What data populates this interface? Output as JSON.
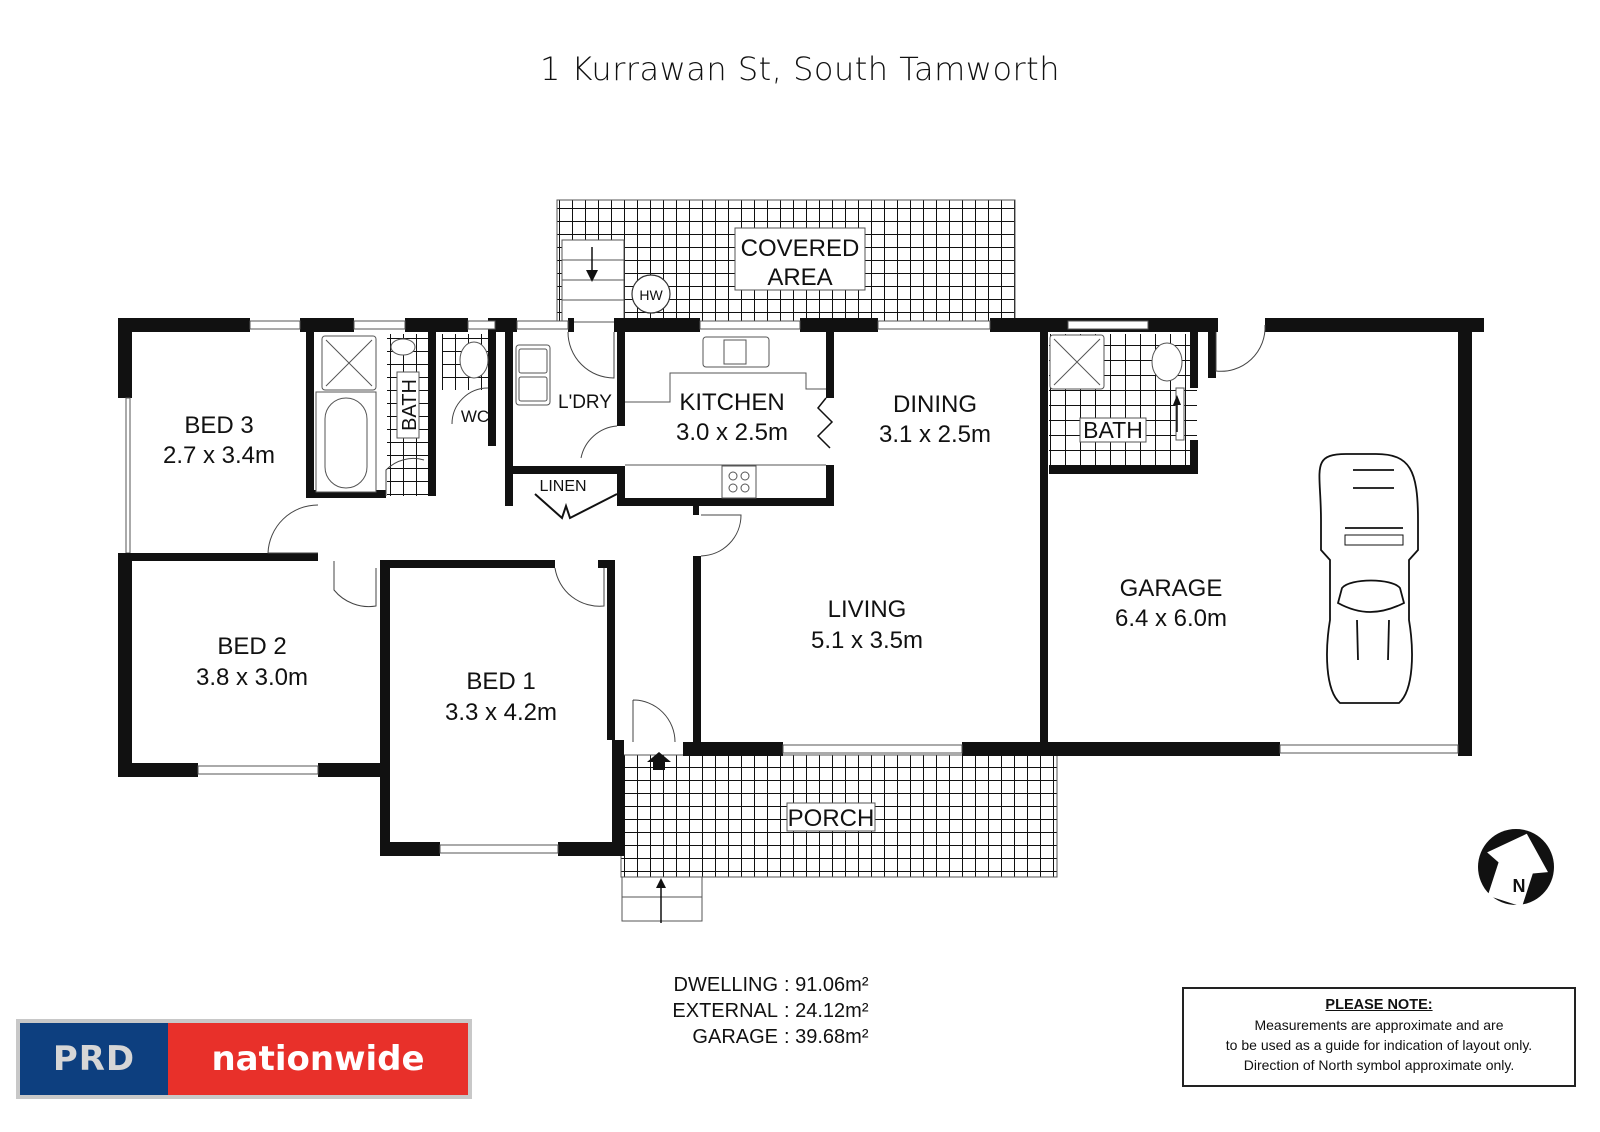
{
  "title": "1 Kurrawan St, South Tamworth",
  "rooms": [
    {
      "id": "bed3",
      "name": "BED 3",
      "size": "2.7 x 3.4m"
    },
    {
      "id": "bed2",
      "name": "BED 2",
      "size": "3.8 x 3.0m"
    },
    {
      "id": "bed1",
      "name": "BED 1",
      "size": "3.3 x 4.2m"
    },
    {
      "id": "kitchen",
      "name": "KITCHEN",
      "size": "3.0 x 2.5m"
    },
    {
      "id": "dining",
      "name": "DINING",
      "size": "3.1 x 2.5m"
    },
    {
      "id": "living",
      "name": "LIVING",
      "size": "5.1 x 3.5m"
    },
    {
      "id": "garage",
      "name": "GARAGE",
      "size": "6.4 x 6.0m"
    }
  ],
  "labels": {
    "bath_main": "BATH",
    "wc": "WC",
    "laundry": "L'DRY",
    "linen": "LINEN",
    "bath_garage": "BATH",
    "covered_area_1": "COVERED",
    "covered_area_2": "AREA",
    "hot_water": "HW",
    "porch": "PORCH",
    "north": "N"
  },
  "areas": [
    {
      "label": "DWELLING",
      "value": ": 91.06m²"
    },
    {
      "label": "EXTERNAL",
      "value": ": 24.12m²"
    },
    {
      "label": "GARAGE",
      "value": ": 39.68m²"
    }
  ],
  "logo": {
    "left": "PRD",
    "right": "nationwide",
    "colors": {
      "blue": "#0d3f7f",
      "red": "#e8302a",
      "grey": "#d6d6d6"
    }
  },
  "note": {
    "heading": "PLEASE NOTE:",
    "line1": "Measurements are approximate and are",
    "line2": "to be used as a guide for indication of layout only.",
    "line3": "Direction of North symbol approximate only."
  }
}
